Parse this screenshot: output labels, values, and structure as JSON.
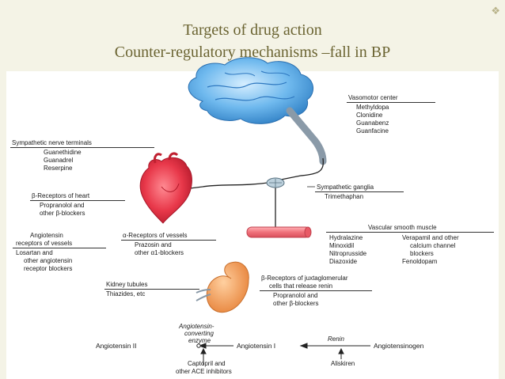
{
  "title": {
    "line1": "Targets of drug action",
    "line2": "Counter-regulatory mechanisms –fall in BP"
  },
  "vasomotor": {
    "heading": "Vasomotor center",
    "drugs": [
      "Methyldopa",
      "Clonidine",
      "Guanabenz",
      "Guanfacine"
    ]
  },
  "sympathetic_terminals": {
    "heading": "Sympathetic nerve terminals",
    "drugs": [
      "Guanethidine",
      "Guanadrel",
      "Reserpine"
    ]
  },
  "beta_heart": {
    "heading": "β-Receptors of heart",
    "drugs": [
      "Propranolol and",
      "other β-blockers"
    ]
  },
  "sympathetic_ganglia": {
    "heading": "Sympathetic ganglia",
    "drugs": [
      "Trimethaphan"
    ]
  },
  "angiotensin_receptors": {
    "heading": [
      "Angiotensin",
      "receptors of vessels"
    ],
    "drugs": [
      "Losartan and",
      "other angiotensin",
      "receptor blockers"
    ]
  },
  "alpha_vessels": {
    "heading": "α-Receptors of vessels",
    "drugs": [
      "Prazosin and",
      "other α1-blockers"
    ]
  },
  "vascular_smooth": {
    "heading": "Vascular smooth muscle",
    "col1": [
      "Hydralazine",
      "Minoxidil",
      "Nitroprusside",
      "Diazoxide"
    ],
    "col2": [
      "Verapamil and other",
      "calcium channel",
      "blockers",
      "Fenoldopam"
    ]
  },
  "kidney": {
    "heading": "Kidney tubules",
    "drugs": [
      "Thiazides, etc"
    ]
  },
  "beta_jg": {
    "heading": [
      "β-Receptors of juxtaglomerular",
      "cells that release renin"
    ],
    "drugs": [
      "Propranolol and",
      "other β-blockers"
    ]
  },
  "raas": {
    "ace_label": [
      "Angiotensin-",
      "converting",
      "enzyme"
    ],
    "angiotensin2": "Angiotensin II",
    "angiotensin1": "Angiotensin I",
    "renin": "Renin",
    "angiotensinogen": "Angiotensinogen",
    "ace_inhibitors": [
      "Captopril and",
      "other ACE inhibitors"
    ],
    "renin_inhibitor": "Aliskiren"
  },
  "colors": {
    "title": "#6b6432",
    "brain": "#5aa8e0",
    "heart": "#e8384a",
    "kidney": "#f0a060",
    "vessel": "#f0707a"
  },
  "icons": [
    "brain-icon",
    "heart-icon",
    "kidney-icon",
    "blood-vessel-icon",
    "ganglion-icon"
  ]
}
